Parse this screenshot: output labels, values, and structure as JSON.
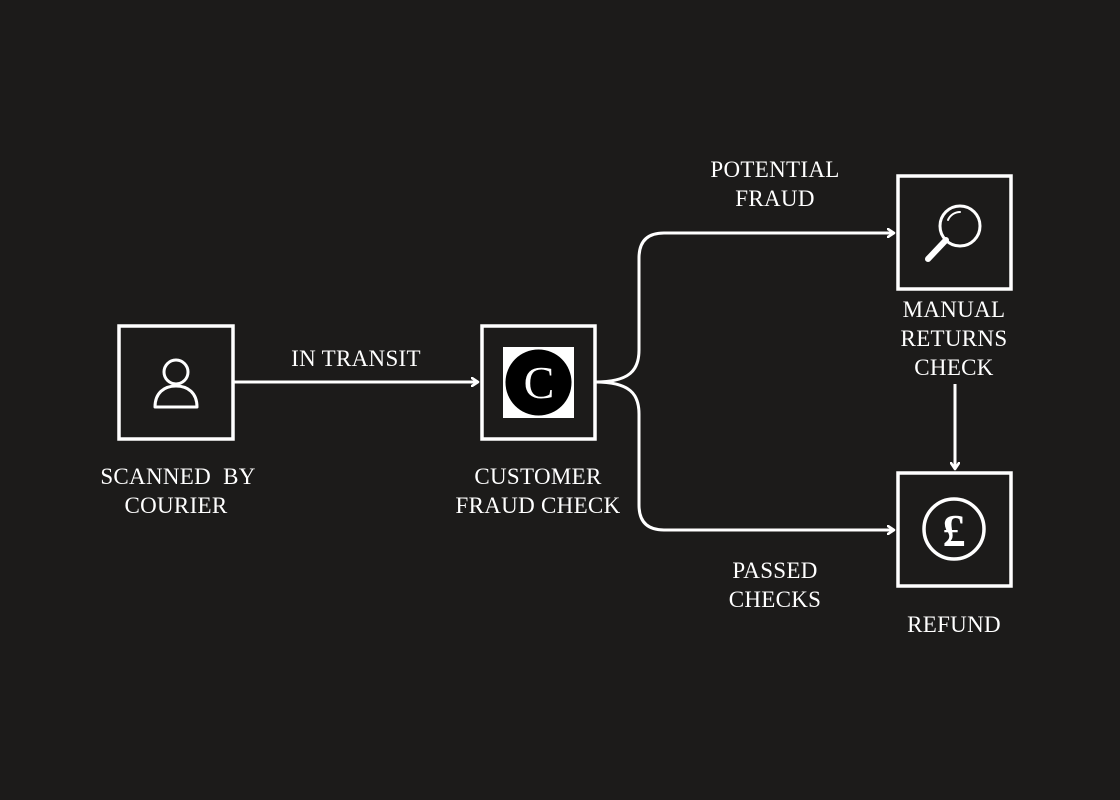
{
  "diagram": {
    "background": "#1c1b1a",
    "stroke": "#ffffff",
    "nodes": {
      "courier": {
        "label_line1": "SCANNED  BY",
        "label_line2": "COURIER",
        "icon": "user-icon"
      },
      "fraud_check": {
        "label_line1": "CUSTOMER",
        "label_line2": "FRAUD CHECK",
        "icon_letter": "C",
        "icon": "c-logo-icon"
      },
      "manual_check": {
        "label_line1": "MANUAL",
        "label_line2": "RETURNS",
        "label_line3": "CHECK",
        "icon": "magnifier-icon"
      },
      "refund": {
        "label_line1": "REFUND",
        "icon_symbol": "£",
        "icon": "pound-icon"
      }
    },
    "edges": {
      "in_transit": {
        "label_line1": "IN TRANSIT"
      },
      "potential_fraud": {
        "label_line1": "POTENTIAL",
        "label_line2": "FRAUD"
      },
      "passed_checks": {
        "label_line1": "PASSED",
        "label_line2": "CHECKS"
      },
      "manual_to_refund": {}
    }
  }
}
